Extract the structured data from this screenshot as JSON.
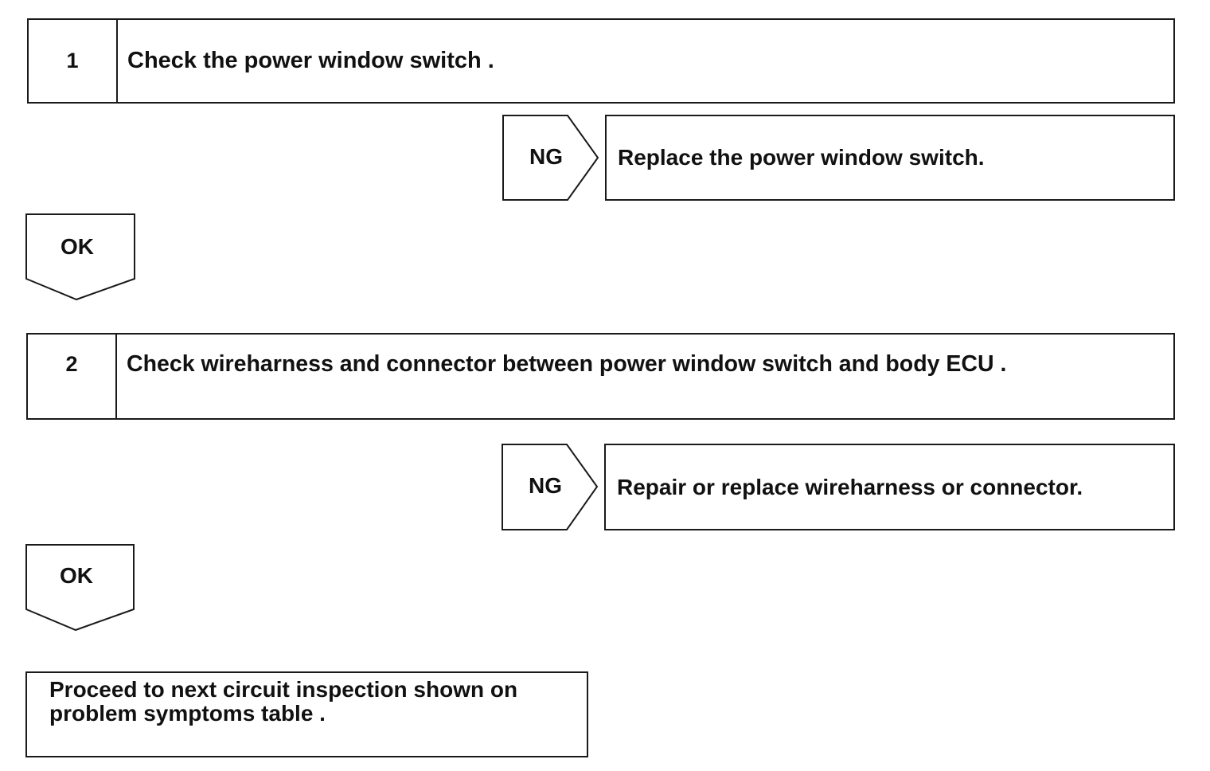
{
  "steps": [
    {
      "number": "1",
      "text": "Check the power window switch ."
    },
    {
      "number": "2",
      "text": "Check wireharness and connector between power window switch and body ECU ."
    }
  ],
  "ng_branches": [
    {
      "label": "NG",
      "action": "Replace the power window switch."
    },
    {
      "label": "NG",
      "action": "Repair or replace wireharness or connector."
    }
  ],
  "ok_branches": [
    {
      "label": "OK"
    },
    {
      "label": "OK"
    }
  ],
  "final": {
    "line1": "Proceed to next circuit inspection shown on",
    "line2": "problem symptoms table ."
  },
  "colors": {
    "line": "#1a1a1a",
    "text": "#111111",
    "background": "#ffffff"
  }
}
